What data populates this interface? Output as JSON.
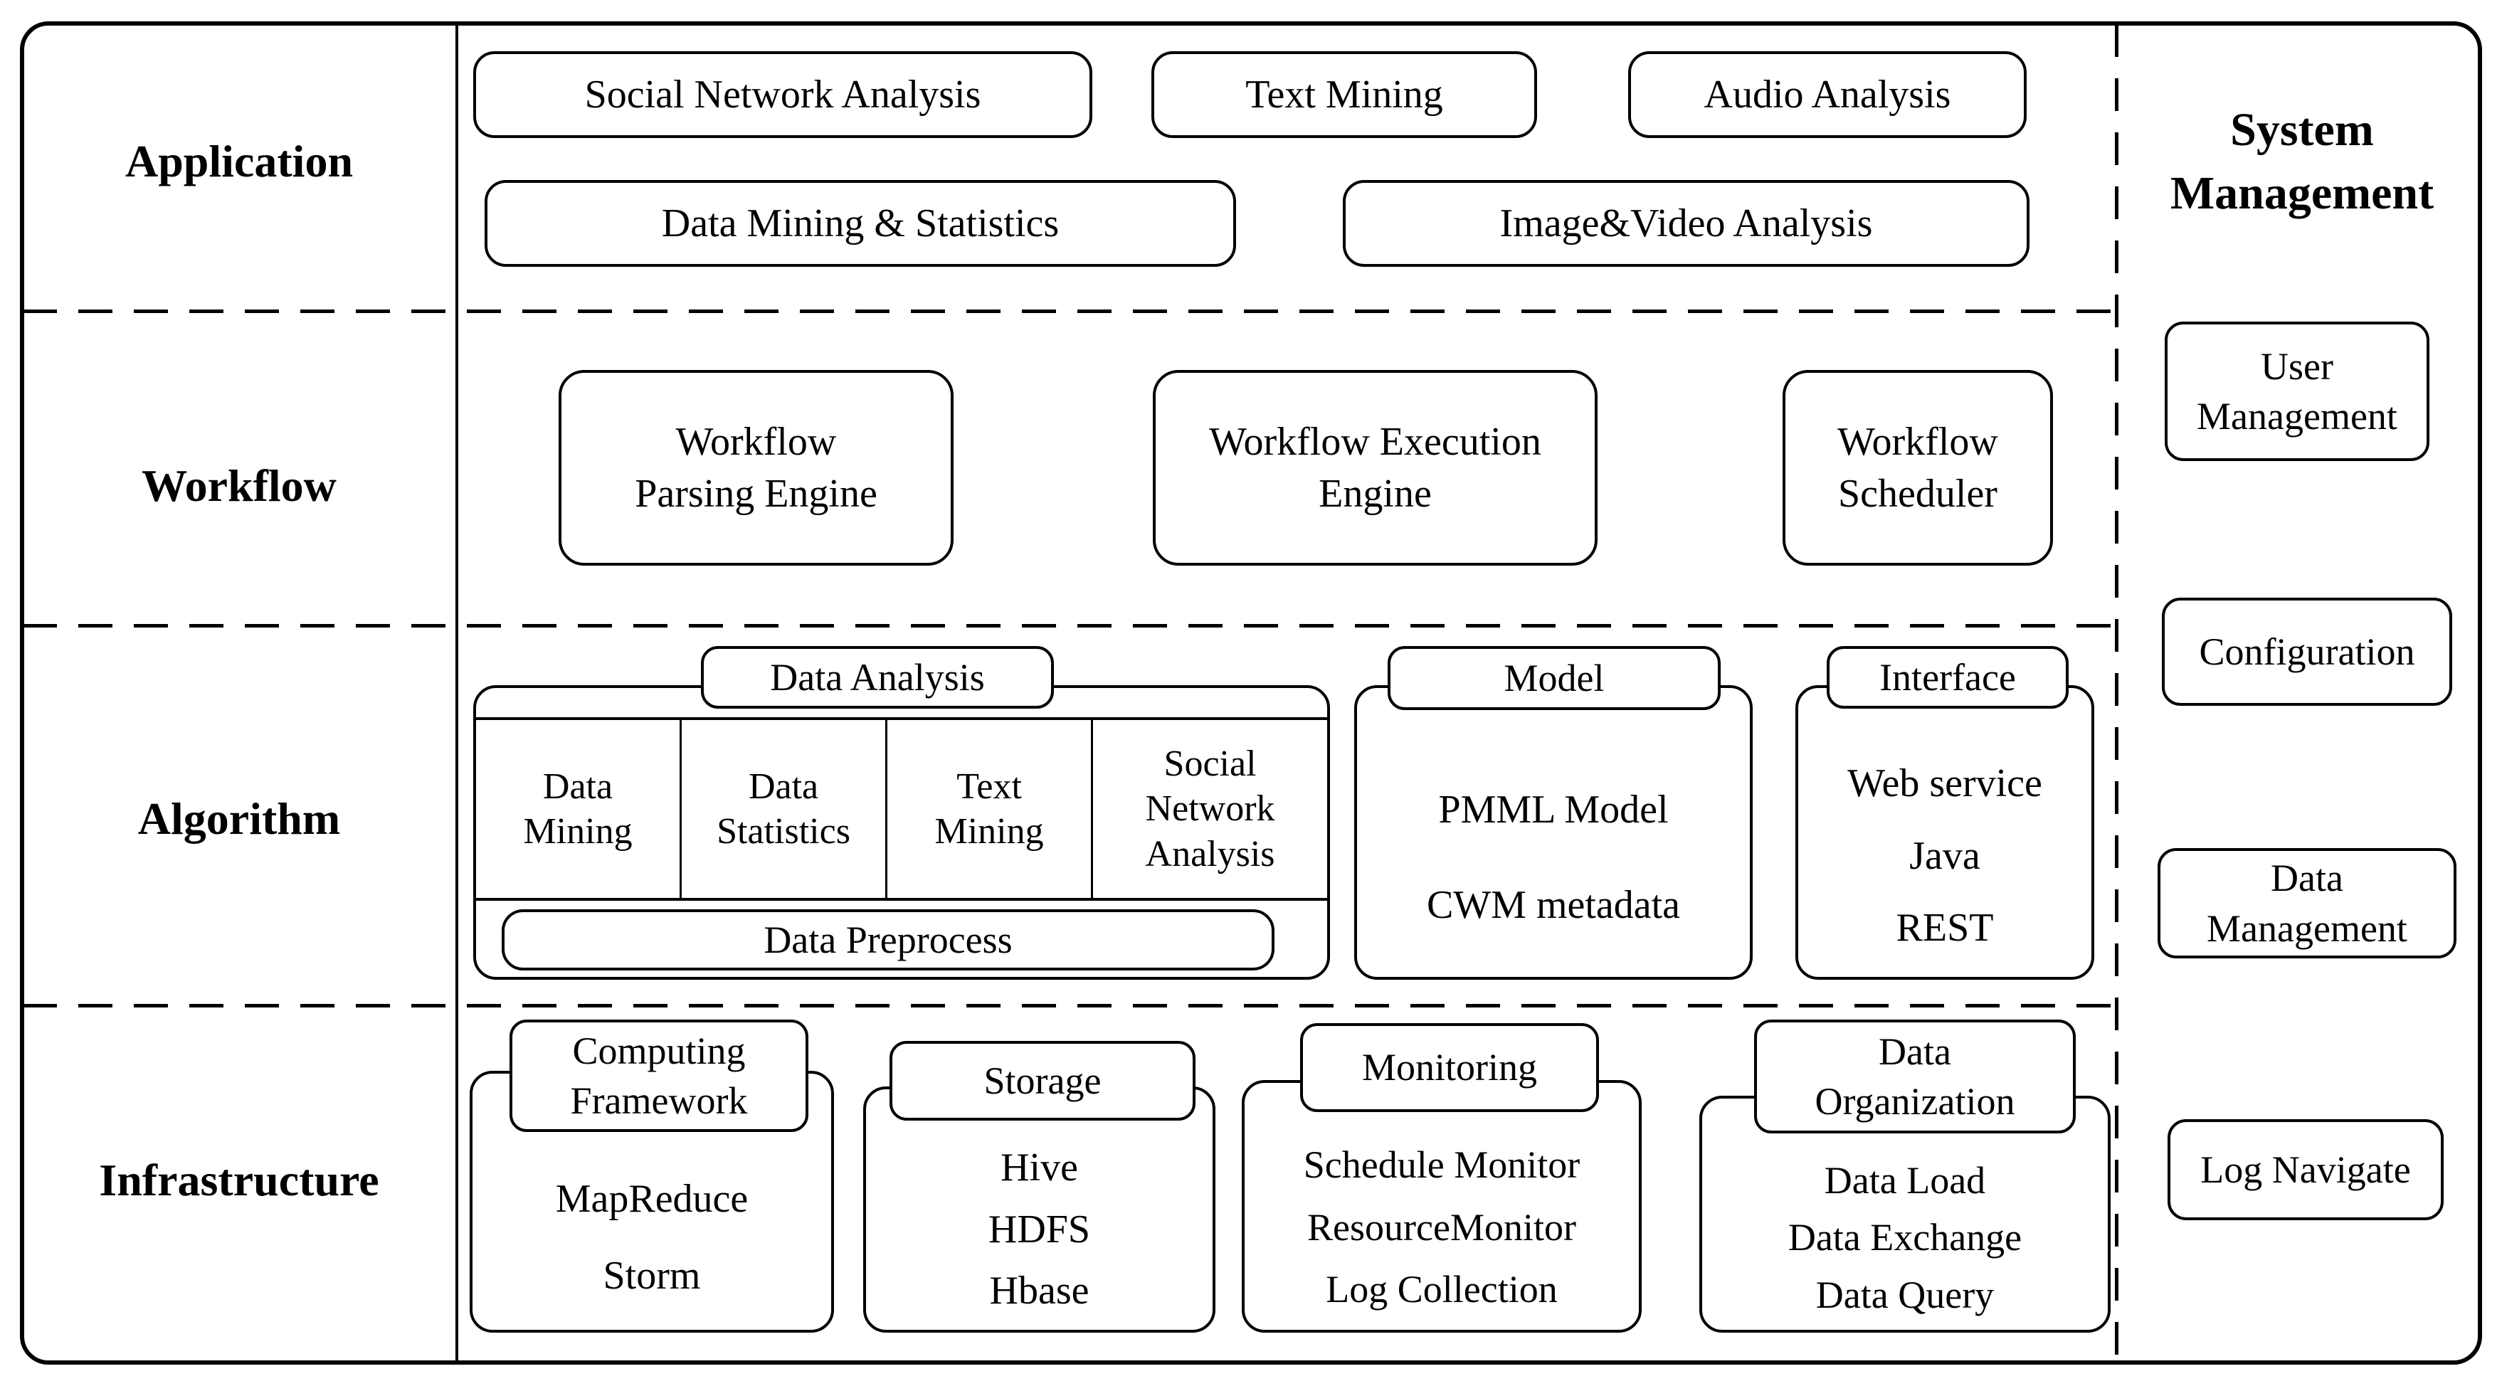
{
  "diagram": {
    "colors": {
      "ink": "#000000",
      "background": "#ffffff"
    },
    "layers": [
      {
        "label": "Application"
      },
      {
        "label": "Workflow"
      },
      {
        "label": "Algorithm"
      },
      {
        "label": "Infrastructure"
      }
    ],
    "application": {
      "boxes": [
        {
          "label": "Social Network Analysis"
        },
        {
          "label": "Text Mining"
        },
        {
          "label": "Audio Analysis"
        },
        {
          "label": "Data Mining & Statistics"
        },
        {
          "label": "Image&Video Analysis"
        }
      ]
    },
    "workflow": {
      "boxes": [
        {
          "lines": [
            "Workflow",
            "Parsing Engine"
          ]
        },
        {
          "lines": [
            "Workflow Execution",
            "Engine"
          ]
        },
        {
          "lines": [
            "Workflow",
            "Scheduler"
          ]
        }
      ]
    },
    "algorithm": {
      "data_analysis": {
        "tab": "Data Analysis",
        "cells": [
          {
            "lines": [
              "Data",
              "Mining"
            ]
          },
          {
            "lines": [
              "Data",
              "Statistics"
            ]
          },
          {
            "lines": [
              "Text",
              "Mining"
            ]
          },
          {
            "lines": [
              "Social",
              "Network",
              "Analysis"
            ]
          }
        ],
        "preprocess": "Data Preprocess"
      },
      "model": {
        "tab": "Model",
        "items": [
          "PMML Model",
          "CWM metadata"
        ]
      },
      "interface": {
        "tab": "Interface",
        "items": [
          "Web service",
          "Java",
          "REST"
        ]
      }
    },
    "infrastructure": {
      "computing": {
        "tab_lines": [
          "Computing",
          "Framework"
        ],
        "items": [
          "MapReduce",
          "Storm"
        ]
      },
      "storage": {
        "tab": "Storage",
        "items": [
          "Hive",
          "HDFS",
          "Hbase"
        ]
      },
      "monitoring": {
        "tab": "Monitoring",
        "items": [
          "Schedule Monitor",
          "ResourceMonitor",
          "Log Collection"
        ]
      },
      "data_organization": {
        "tab_lines": [
          "Data",
          "Organization"
        ],
        "items": [
          "Data Load",
          "Data Exchange",
          "Data Query"
        ]
      }
    },
    "system_management": {
      "title_lines": [
        "System",
        "Management"
      ],
      "boxes": [
        {
          "lines": [
            "User",
            "Management"
          ]
        },
        {
          "lines": [
            "Configuration"
          ]
        },
        {
          "lines": [
            "Data",
            "Management"
          ]
        },
        {
          "lines": [
            "Log Navigate"
          ]
        }
      ]
    }
  }
}
